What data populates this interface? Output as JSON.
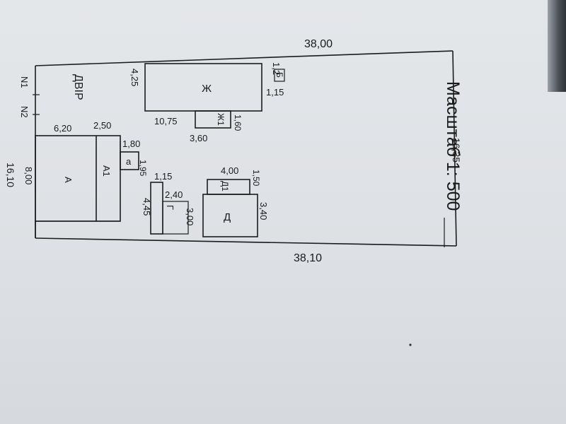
{
  "plot": {
    "top_length": "38,00",
    "bottom_length": "38,10",
    "left_width": "16,10",
    "right_width": "16,35",
    "points": [
      "N1",
      "N2"
    ],
    "yard_label": "ДВІР"
  },
  "scale_label": "Масштаб 1: 500",
  "buildings": {
    "zh": {
      "label": "Ж",
      "top_dim": "4,25",
      "right_dim": "1,15",
      "length_dim": "10,75"
    },
    "zh1": {
      "label": "Ж1",
      "dim_a": "1,60",
      "dim_b": "3,60"
    },
    "b": {
      "label": "Б",
      "dim": "1,2"
    },
    "a": {
      "label": "А",
      "dim_length": "6,20",
      "dim_width": "8,00"
    },
    "a1": {
      "label": "А1",
      "dim": "2,50"
    },
    "a_small": {
      "label": "а",
      "dim_a": "1,80",
      "dim_b": "1,95"
    },
    "g": {
      "label": "Г",
      "dim_a": "1,15",
      "dim_b": "2,40",
      "dim_c": "4,45",
      "dim_d": "3,00"
    },
    "d": {
      "label": "Д",
      "dim_length": "4,00",
      "dim_width": "3,40"
    },
    "d1": {
      "label": "Д1",
      "dim": "1,50"
    }
  }
}
